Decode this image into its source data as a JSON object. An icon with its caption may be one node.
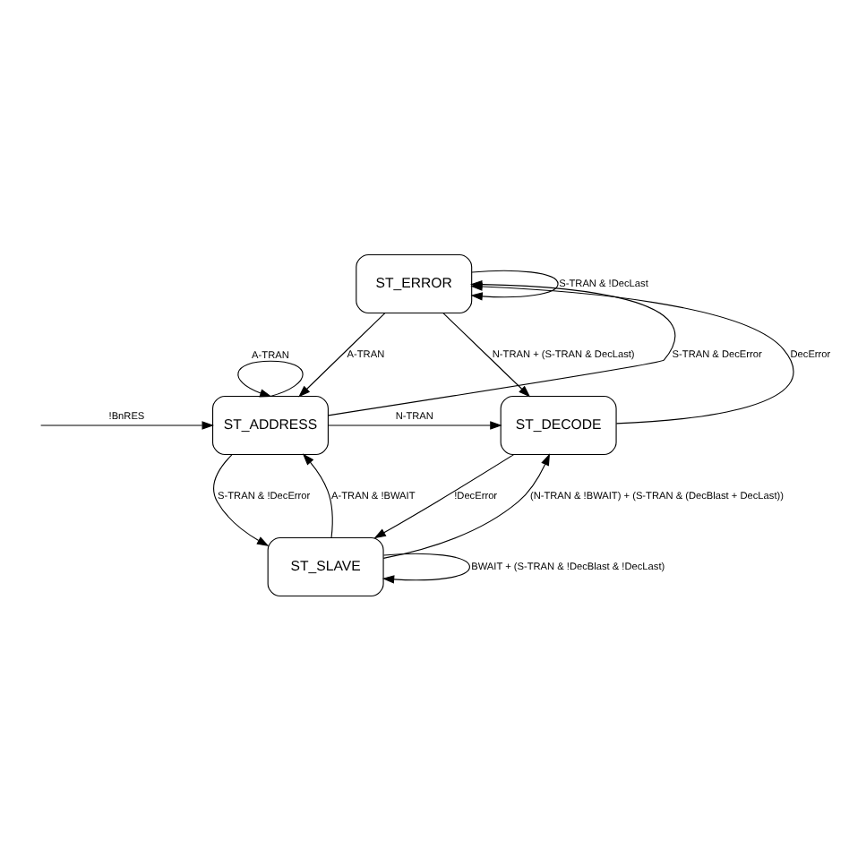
{
  "diagram": {
    "nodes": [
      {
        "text": [
          "ST_ERROR"
        ]
      },
      {
        "text": [
          "ST_ADDRESS"
        ]
      },
      {
        "text": [
          "ST_DECODE"
        ]
      },
      {
        "text": [
          "ST_SLAVE"
        ]
      }
    ],
    "edges": [
      {
        "from": 0,
        "to": 0,
        "arrow": "to",
        "label": "S-TRAN & !DecLast"
      },
      {
        "from": 0,
        "to": 1,
        "arrow": "to",
        "label": "A-TRAN"
      },
      {
        "from": 1,
        "to": 0,
        "arrow": "to",
        "label": "S-TRAN & DecError"
      },
      {
        "from": 0,
        "to": 2,
        "arrow": "to",
        "label": "N-TRAN + (S-TRAN & DecLast)"
      },
      {
        "from": 2,
        "to": 0,
        "arrow": "to",
        "label": "DecError"
      },
      {
        "from": 1,
        "to": 1,
        "arrow": "to",
        "label": "A-TRAN"
      },
      {
        "from": null,
        "to": 1,
        "arrow": "to",
        "label": "!BnRES"
      },
      {
        "from": 1,
        "to": 2,
        "arrow": "to",
        "label": "N-TRAN"
      },
      {
        "from": 1,
        "to": 3,
        "arrow": "to",
        "label": "S-TRAN & !DecError"
      },
      {
        "from": 3,
        "to": 1,
        "arrow": "to",
        "label": "A-TRAN & !BWAIT"
      },
      {
        "from": 2,
        "to": 3,
        "arrow": "to",
        "label": "!DecError"
      },
      {
        "from": 3,
        "to": 2,
        "arrow": "to",
        "label": "(N-TRAN & !BWAIT) + (S-TRAN & (DecBlast + DecLast))"
      },
      {
        "from": 3,
        "to": 3,
        "arrow": "to",
        "label": "BWAIT + (S-TRAN & !DecBlast & !DecLast)"
      }
    ]
  }
}
